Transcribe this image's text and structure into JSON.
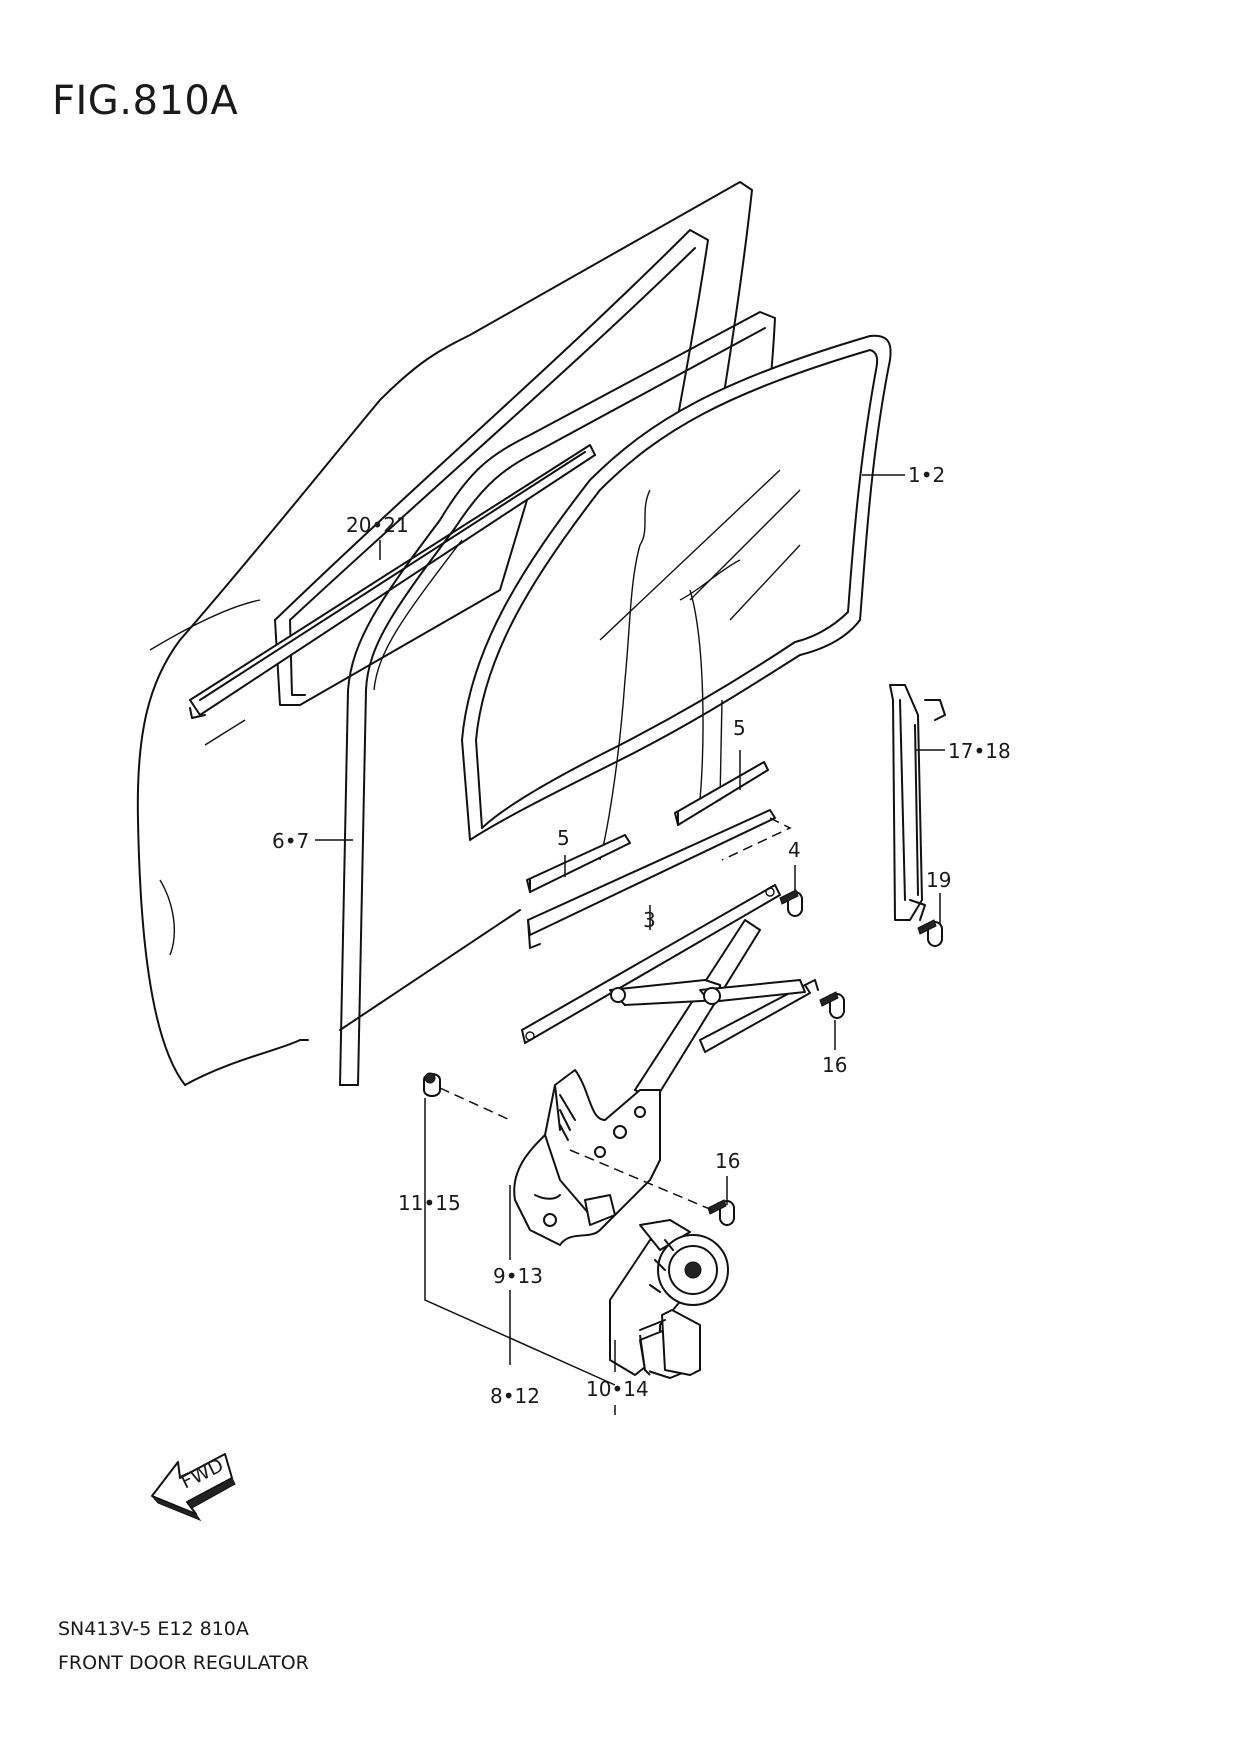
{
  "figure": {
    "title": "FIG.810A",
    "code": "SN413V-5 E12 810A",
    "name": "FRONT DOOR REGULATOR",
    "fwd_label": "FWD"
  },
  "callouts": [
    {
      "id": "c-1-2",
      "label": "1•2"
    },
    {
      "id": "c-20-21",
      "label": "20•21"
    },
    {
      "id": "c-17-18",
      "label": "17•18"
    },
    {
      "id": "c-5a",
      "label": "5"
    },
    {
      "id": "c-5b",
      "label": "5"
    },
    {
      "id": "c-6-7",
      "label": "6•7"
    },
    {
      "id": "c-4",
      "label": "4"
    },
    {
      "id": "c-19",
      "label": "19"
    },
    {
      "id": "c-3",
      "label": "3"
    },
    {
      "id": "c-16a",
      "label": "16"
    },
    {
      "id": "c-16b",
      "label": "16"
    },
    {
      "id": "c-11-15",
      "label": "11•15"
    },
    {
      "id": "c-9-13",
      "label": "9•13"
    },
    {
      "id": "c-10-14",
      "label": "10•14"
    },
    {
      "id": "c-8-12",
      "label": "8•12"
    }
  ]
}
